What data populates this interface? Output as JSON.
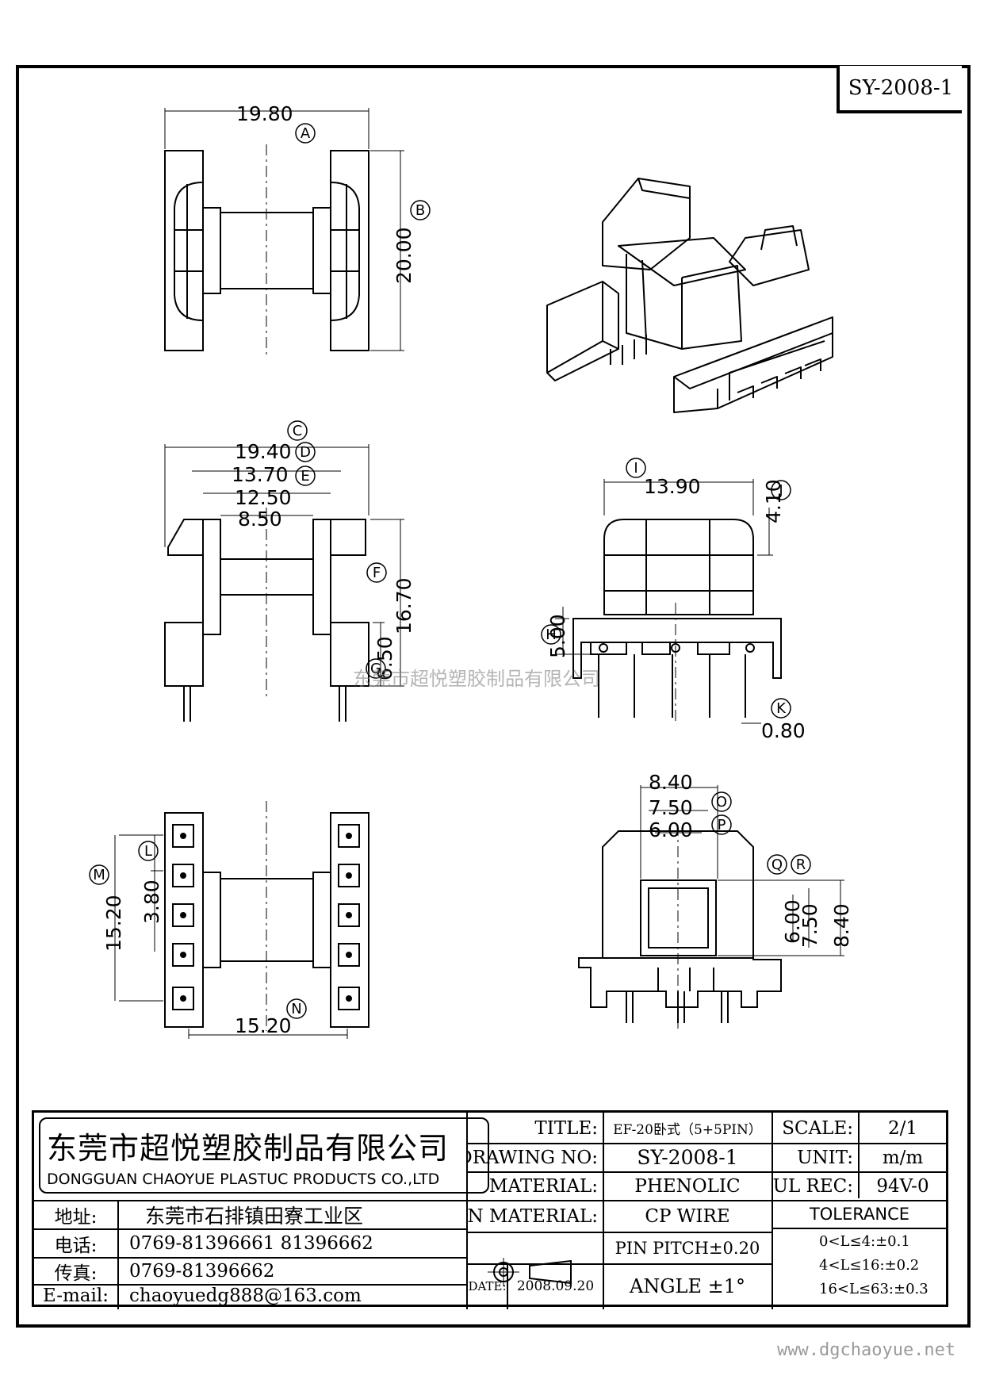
{
  "part_number": "SY-2008-1",
  "views": {
    "top": {
      "dims": {
        "A": "19.80",
        "B": "20.00"
      }
    },
    "front": {
      "dims": {
        "C": "19.40",
        "D": "13.70",
        "E": "12.50",
        "inner": "8.50",
        "F": "16.70",
        "G": "6.50"
      }
    },
    "side": {
      "dims": {
        "I": "13.90",
        "J": "4.10",
        "H": "5.00",
        "K": "0.80"
      }
    },
    "bottom": {
      "dims": {
        "M": "15.20",
        "L": "3.80",
        "N": "15.20"
      }
    },
    "end": {
      "dims": {
        "top": "8.40",
        "O": "7.50",
        "P": "6.00",
        "Q": "6.00",
        "R": "7.50",
        "right": "8.40"
      }
    }
  },
  "labels": [
    "A",
    "B",
    "C",
    "D",
    "E",
    "F",
    "G",
    "H",
    "I",
    "J",
    "K",
    "L",
    "M",
    "N",
    "O",
    "P",
    "Q",
    "R"
  ],
  "watermark": "东莞市超悦塑胶制品有限公司",
  "website": "www.dgchaoyue.net",
  "title_block": {
    "company_cn": "东莞市超悦塑胶制品有限公司",
    "company_en": "DONGGUAN CHAOYUE PLASTUC PRODUCTS CO.,LTD",
    "address_label": "地址:",
    "address": "东莞市石排镇田寮工业区",
    "phone_label": "电话:",
    "phone": "0769-81396661 81396662",
    "fax_label": "传真:",
    "fax": "0769-81396662",
    "email_label": "E-mail:",
    "email": "chaoyuedg888@163.com",
    "title_label": "TITLE:",
    "title": "EF-20卧式（5+5PIN）",
    "drawing_no_label": "DRAWING NO:",
    "drawing_no": "SY-2008-1",
    "material_label": "MATERIAL:",
    "material": "PHENOLIC",
    "pin_material_label": "PIN MATERIAL:",
    "pin_material": "CP WIRE",
    "pin_pitch": "PIN PITCH±0.20",
    "date_label": "DATE:",
    "date": "2008.09.20",
    "angle": "ANGLE  ±1°",
    "scale_label": "SCALE:",
    "scale": "2/1",
    "unit_label": "UNIT:",
    "unit": "m/m",
    "ul_label": "UL REC:",
    "ul": "94V-0",
    "tolerance_label": "TOLERANCE",
    "tolerances": [
      "0<L≤4:±0.1",
      "4<L≤16:±0.2",
      "16<L≤63:±0.3"
    ]
  }
}
